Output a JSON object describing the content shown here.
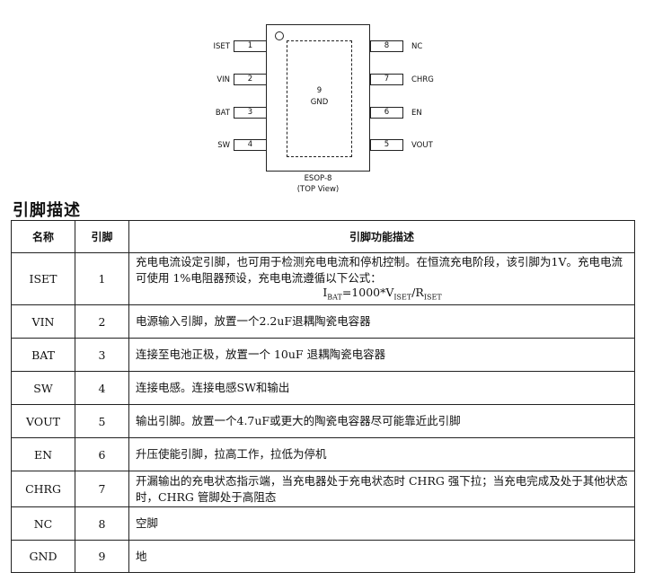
{
  "package": {
    "name": "ESOP-8",
    "view": "(TOP View)",
    "exposed_pad": {
      "number": "9",
      "label": "GND"
    },
    "pins_left": [
      {
        "num": "1",
        "label": "ISET"
      },
      {
        "num": "2",
        "label": "VIN"
      },
      {
        "num": "3",
        "label": "BAT"
      },
      {
        "num": "4",
        "label": "SW"
      }
    ],
    "pins_right": [
      {
        "num": "8",
        "label": "NC"
      },
      {
        "num": "7",
        "label": "CHRG"
      },
      {
        "num": "6",
        "label": "EN"
      },
      {
        "num": "5",
        "label": "VOUT"
      }
    ]
  },
  "section_title": "引脚描述",
  "table": {
    "headers": [
      "名称",
      "引脚",
      "引脚功能描述"
    ],
    "rows": [
      {
        "name": "ISET",
        "pin": "1",
        "desc": "充电电流设定引脚，也可用于检测充电电流和停机控制。在恒流充电阶段，该引脚为1V。充电电流可使用 1%电阻器预设，充电电流遵循以下公式："
      },
      {
        "name": "VIN",
        "pin": "2",
        "desc": "电源输入引脚，放置一个2.2uF退耦陶瓷电容器"
      },
      {
        "name": "BAT",
        "pin": "3",
        "desc": "连接至电池正极，放置一个 10uF 退耦陶瓷电容器"
      },
      {
        "name": "SW",
        "pin": "4",
        "desc": "连接电感。连接电感SW和输出"
      },
      {
        "name": "VOUT",
        "pin": "5",
        "desc": "输出引脚。放置一个4.7uF或更大的陶瓷电容器尽可能靠近此引脚"
      },
      {
        "name": "EN",
        "pin": "6",
        "desc": "升压使能引脚，拉高工作，拉低为停机"
      },
      {
        "name": "CHRG",
        "pin": "7",
        "desc": "开漏输出的充电状态指示端，当充电器处于充电状态时 CHRG 强下拉；当充电完成及处于其他状态时，CHRG 管脚处于高阻态"
      },
      {
        "name": "NC",
        "pin": "8",
        "desc": "空脚"
      },
      {
        "name": "GND",
        "pin": "9",
        "desc": "地"
      }
    ],
    "formula": {
      "lhs": "I",
      "lhs_sub": "BAT",
      "mid": "=1000*V",
      "mid_sub": "ISET",
      "sep": "/R",
      "rhs_sub": "ISET"
    }
  }
}
